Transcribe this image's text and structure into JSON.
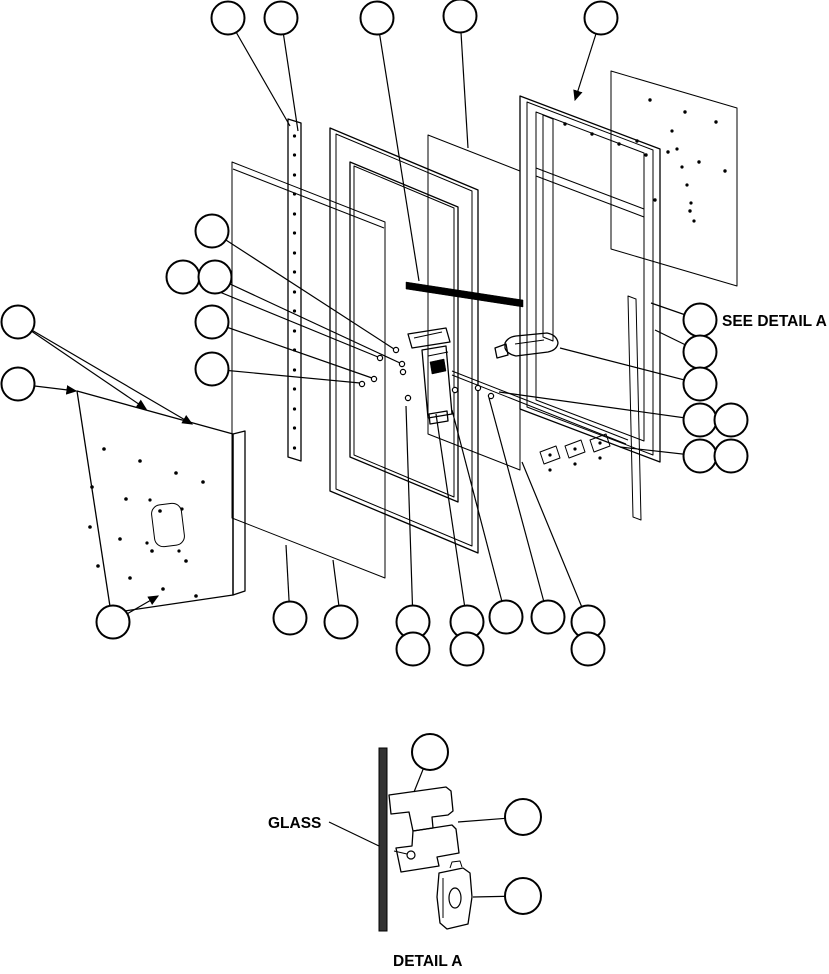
{
  "diagram": {
    "labels": {
      "see_detail_a": "SEE DETAIL A",
      "glass": "GLASS",
      "detail_a": "DETAIL A"
    },
    "colors": {
      "line": "#000000",
      "background": "#ffffff",
      "dark_fill": "#333333"
    }
  }
}
